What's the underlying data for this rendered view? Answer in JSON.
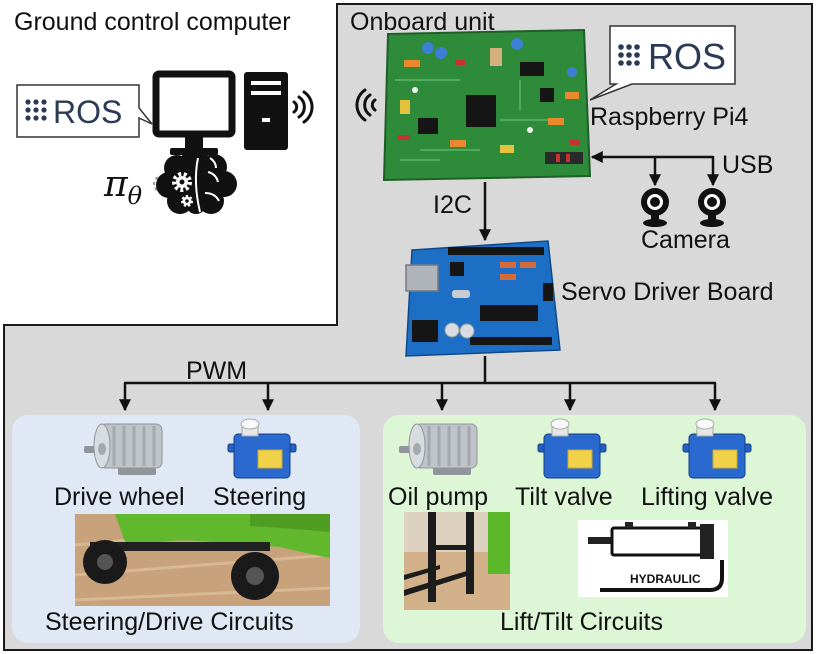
{
  "ground_control": {
    "title": "Ground control computer",
    "ros_logo": {
      "text": "ROS",
      "icon": "ros-logo-dots-icon"
    },
    "policy_symbol": {
      "main": "π",
      "subscript": "θ"
    },
    "icons": [
      "monitor-icon",
      "desktop-tower-icon",
      "wireless-signal-icon",
      "brain-gears-icon"
    ]
  },
  "onboard_unit": {
    "title": "Onboard unit",
    "ros_logo": {
      "text": "ROS",
      "icon": "ros-logo-dots-icon"
    },
    "raspberry_pi": {
      "label": "Raspberry Pi4",
      "icon": "raspberry-pi-board-icon"
    },
    "usb": {
      "label": "USB"
    },
    "camera": {
      "label": "Camera",
      "icon": "webcam-icon"
    },
    "i2c": {
      "label": "I2C"
    },
    "servo_driver": {
      "label": "Servo Driver Board",
      "icon": "servo-driver-board-icon"
    },
    "pwm": {
      "label": "PWM"
    }
  },
  "circuits": {
    "steering_drive": {
      "title": "Steering/Drive Circuits",
      "items": [
        {
          "label": "Drive wheel",
          "icon": "dc-motor-icon"
        },
        {
          "label": "Steering",
          "icon": "servo-motor-icon"
        }
      ],
      "photo": "forklift-drive-photo"
    },
    "lift_tilt": {
      "title": "Lift/Tilt Circuits",
      "items": [
        {
          "label": "Oil pump",
          "icon": "dc-motor-icon"
        },
        {
          "label": "Tilt valve",
          "icon": "servo-motor-icon"
        },
        {
          "label": "Lifting valve",
          "icon": "servo-motor-icon"
        }
      ],
      "hydraulic_label": "HYDRAULIC",
      "photo": "forklift-mast-photo"
    }
  },
  "colors": {
    "onboard_background": "#d9d9d9",
    "steering_drive_panel": "#dfe8f4",
    "lift_tilt_panel": "#dcf6d6",
    "ros_navy": "#2b3a55",
    "line": "#111111"
  }
}
